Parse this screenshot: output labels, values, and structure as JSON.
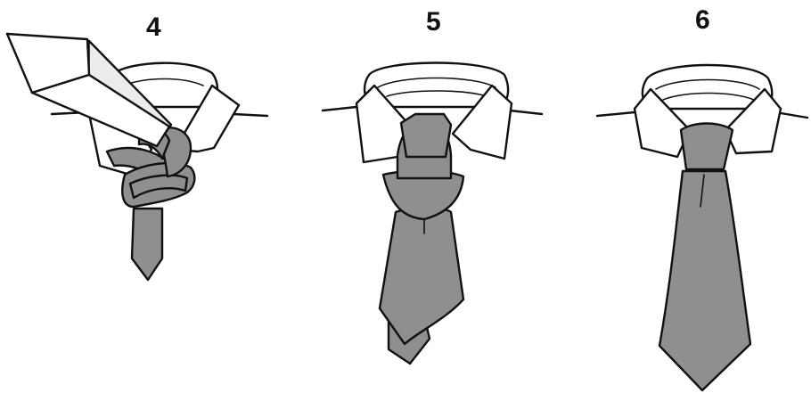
{
  "steps": [
    {
      "number": "4"
    },
    {
      "number": "5"
    },
    {
      "number": "6"
    }
  ],
  "colors": {
    "tie": "#8f8f8f",
    "tie_light": "#ececec",
    "collar": "#ffffff",
    "ink": "#111111"
  }
}
